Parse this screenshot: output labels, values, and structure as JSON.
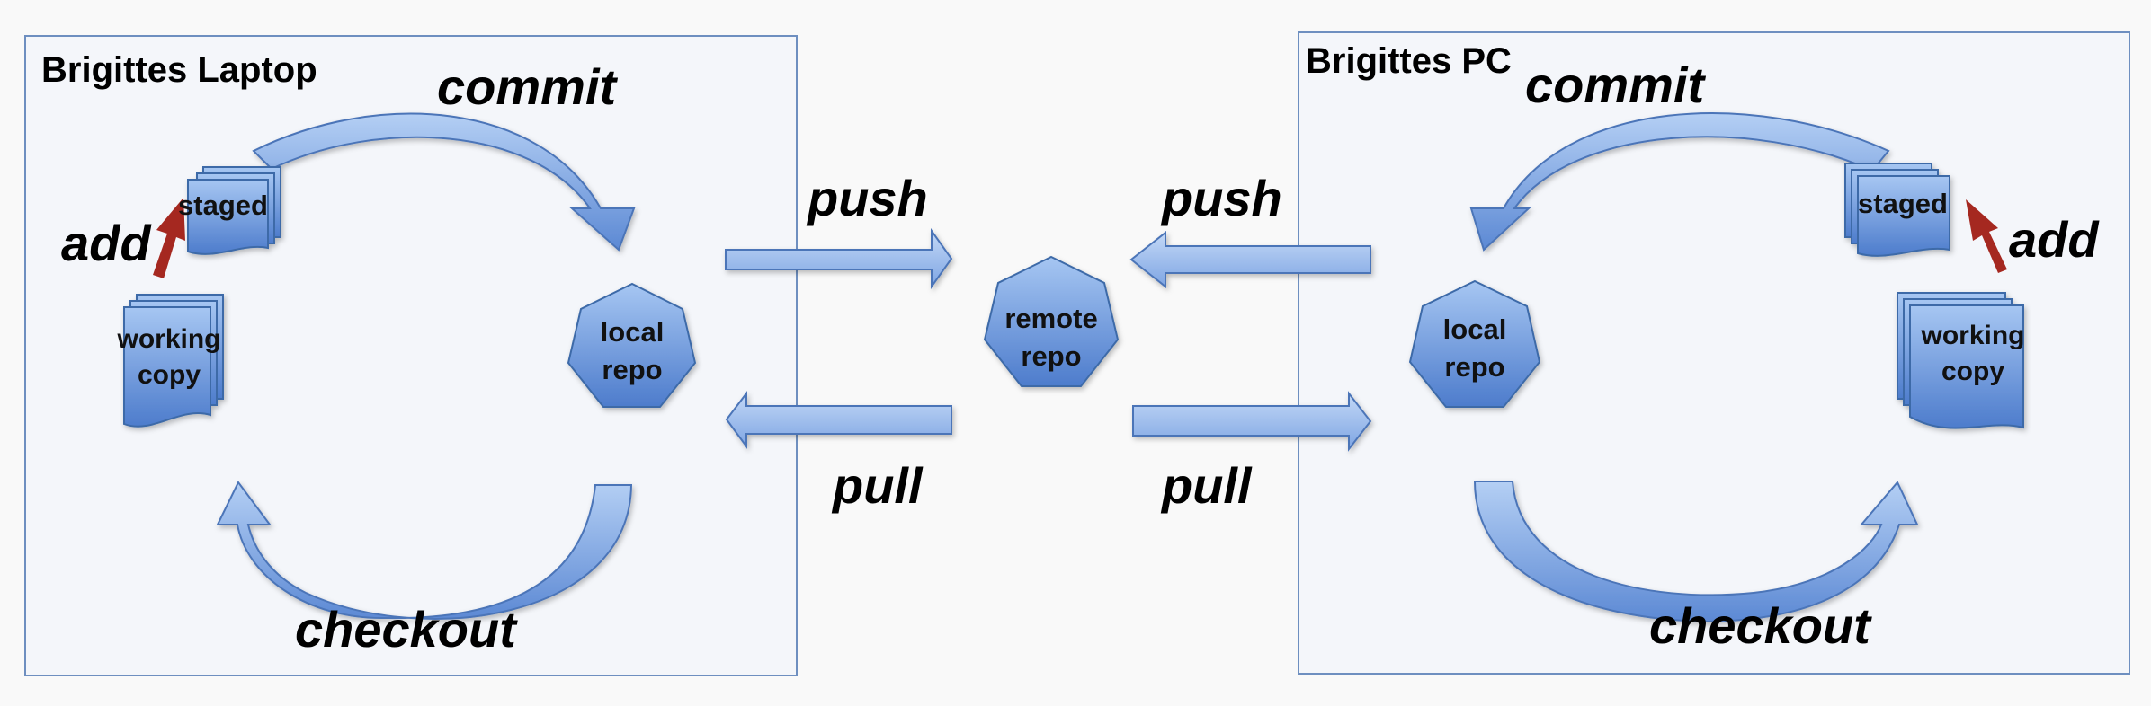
{
  "laptop": {
    "title": "Brigittes Laptop",
    "commit": "commit",
    "add": "add",
    "checkout": "checkout",
    "staged": "staged",
    "working_copy": [
      "working",
      "copy"
    ],
    "local_repo": [
      "local",
      "repo"
    ]
  },
  "pc": {
    "title": "Brigittes PC",
    "commit": "commit",
    "add": "add",
    "checkout": "checkout",
    "staged": "staged",
    "working_copy": [
      "working",
      "copy"
    ],
    "local_repo": [
      "local",
      "repo"
    ]
  },
  "remote": {
    "label": [
      "remote",
      "repo"
    ]
  },
  "transfer": {
    "laptop_push": "push",
    "laptop_pull": "pull",
    "pc_push": "push",
    "pc_pull": "pull"
  },
  "colors": {
    "box_border": "#6e8fc0",
    "box_fill": "#f4f6fa",
    "node_fill_top": "#9ec0f0",
    "node_fill_bottom": "#4f7fd0",
    "node_stroke": "#3d6aa8",
    "add_arrow": "#a52820"
  }
}
